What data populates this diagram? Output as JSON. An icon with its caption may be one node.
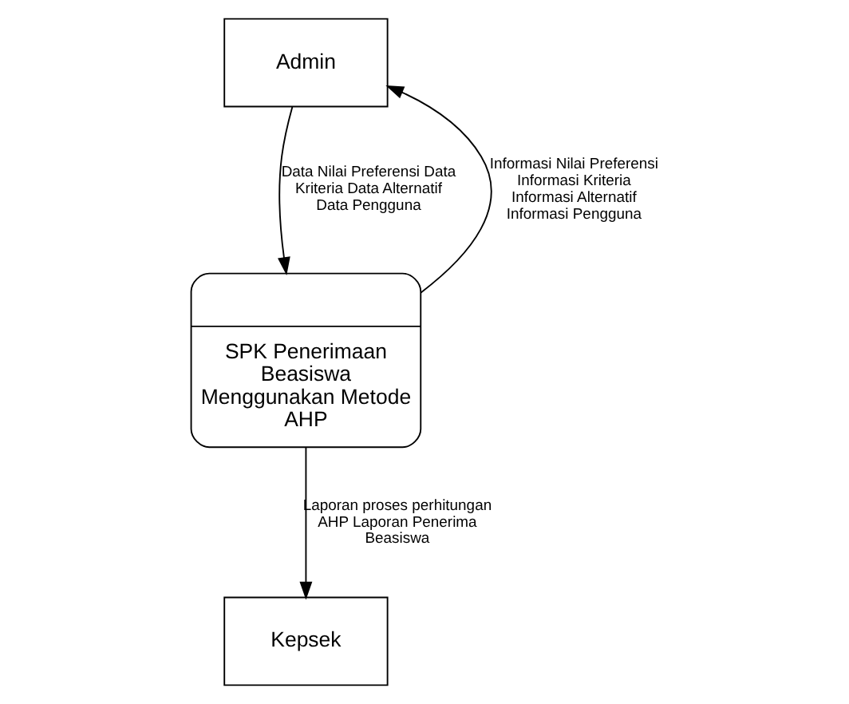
{
  "diagram": {
    "nodes": [
      {
        "text": [
          "Admin"
        ]
      },
      {
        "text": [
          "SPK Penerimaan Beasiswa Menggunakan Metode AHP"
        ]
      },
      {
        "text": [
          "Kepsek"
        ]
      }
    ],
    "edges": [
      {
        "from": 0,
        "to": 1,
        "arrow": "to",
        "label": "Data Nilai Preferensi Data Kriteria Data Alternatif Data Pengguna"
      },
      {
        "from": 1,
        "to": 0,
        "arrow": "to",
        "label": "Informasi Nilai Preferensi Informasi Kriteria Informasi Alternatif Informasi Pengguna"
      },
      {
        "from": 1,
        "to": 2,
        "arrow": "to",
        "label": "Laporan proses perhitungan AHP Laporan Penerima Beasiswa"
      }
    ]
  }
}
